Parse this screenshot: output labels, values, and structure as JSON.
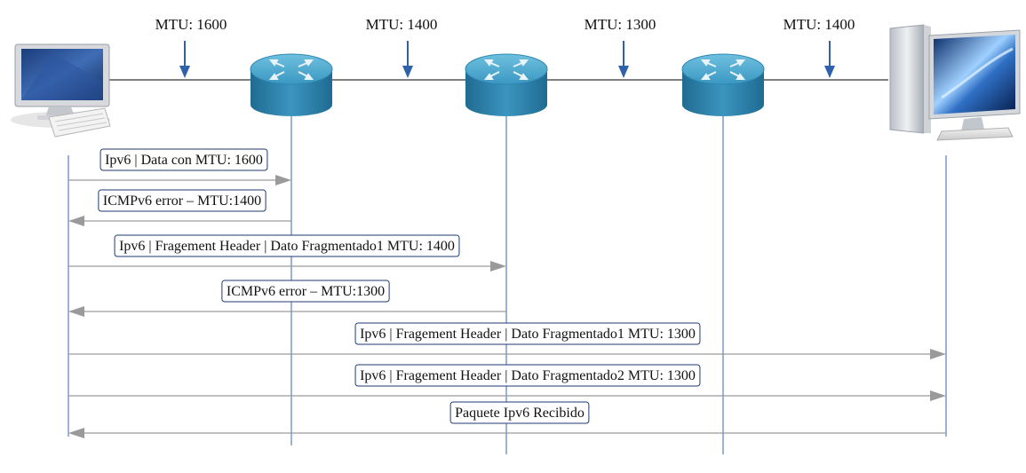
{
  "topology": {
    "segments": [
      {
        "mtu_label": "MTU: 1600"
      },
      {
        "mtu_label": "MTU: 1400"
      },
      {
        "mtu_label": "MTU: 1300"
      },
      {
        "mtu_label": "MTU: 1400"
      }
    ],
    "nodes": [
      {
        "kind": "source-computer",
        "icon": "desktop-computer-icon"
      },
      {
        "kind": "router",
        "icon": "router-icon"
      },
      {
        "kind": "router",
        "icon": "router-icon"
      },
      {
        "kind": "router",
        "icon": "router-icon"
      },
      {
        "kind": "destination-computer",
        "icon": "monitor-computer-icon"
      }
    ]
  },
  "messages": [
    {
      "label": "Ipv6 | Data con MTU: 1600",
      "from": 0,
      "to": 1
    },
    {
      "label": "ICMPv6 error – MTU:1400",
      "from": 1,
      "to": 0
    },
    {
      "label": "Ipv6 | Fragement Header | Dato Fragmentado1 MTU: 1400",
      "from": 0,
      "to": 2
    },
    {
      "label": "ICMPv6 error – MTU:1300",
      "from": 2,
      "to": 0
    },
    {
      "label": "Ipv6 | Fragement Header | Dato Fragmentado1 MTU: 1300",
      "from": 0,
      "to": 4
    },
    {
      "label": "Ipv6 | Fragement Header | Dato Fragmentado2 MTU: 1300",
      "from": 0,
      "to": 4
    },
    {
      "label": "Paquete Ipv6 Recibido",
      "from": 4,
      "to": 0
    }
  ],
  "colors": {
    "lifeline": "#3a66b7",
    "arrow": "#9a9a9a",
    "box_border": "#1f3a73",
    "mtu_arrow": "#2f62aa",
    "router_top": "#4aa3c9",
    "router_body": "#2b7ea6"
  }
}
